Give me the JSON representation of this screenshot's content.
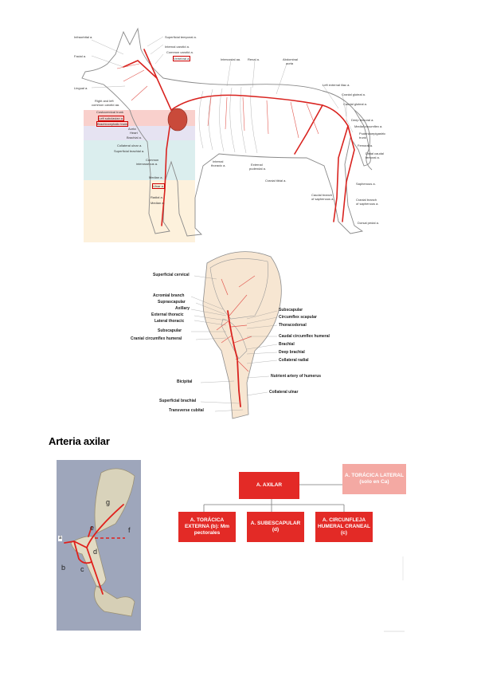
{
  "figure1": {
    "labels_left": [
      "Infraorbital a.",
      "Facial a.",
      "Lingual a.",
      "Right and left",
      "common carotid aa.",
      "Costocervical trunk",
      "Left subclavian a.",
      "Brachiocephalic trunk",
      "Aorta",
      "Heart",
      "Brachial a.",
      "Collateral ulnar a.",
      "Superficial brachial a.",
      "Common",
      "interosseous a.",
      "Median a.",
      "Ulnar a.",
      "Radial a.",
      "Median a."
    ],
    "labels_top": [
      "Superficial temporal a.",
      "Internal carotid a.",
      "Common carotid a.",
      "Vertebral a.",
      "Intercostal aa.",
      "Renal a.",
      "Abdominal",
      "aorta"
    ],
    "labels_right": [
      "Left external iliac a.",
      "Cranial gluteal a.",
      "Caudal gluteal a.",
      "Deep femoral a.",
      "Medial circumflex a.",
      "Pudendoepigastric",
      "trunk",
      "Femoral a.",
      "Distal caudal",
      "femoral a.",
      "Saphenous a.",
      "Cranial branch",
      "of saphenous a.",
      "Dorsal pedal a."
    ],
    "labels_bottom": [
      "Internal",
      "thoracic a.",
      "External",
      "pudendal a.",
      "Cranial tibial a.",
      "Caudal branch",
      "of saphenous a."
    ]
  },
  "figure2": {
    "labels_left": [
      "Superficial cervical",
      "Acromial branch",
      "Suprascapular",
      "Axillary",
      "External thoracic",
      "Lateral thoracic",
      "Subscapular",
      "Cranial circumflex humeral",
      "Bicipital",
      "Superficial brachial",
      "Transverse cubital"
    ],
    "labels_right": [
      "Subscapular",
      "Circumflex scapular",
      "Thoracodorsal",
      "Caudal circumflex humeral",
      "Brachial",
      "Deep brachial",
      "Collateral radial",
      "Nutrient artery of humerus",
      "Collateral ulnar"
    ]
  },
  "section_title": "Arteria axilar",
  "photo_labels": [
    "g",
    "e",
    "f",
    "d",
    "a",
    "b",
    "c"
  ],
  "diagram": {
    "root": "A. AXILAR",
    "lateral": "A. TORÁCICA LATERAL (solo en Ca)",
    "children": [
      "A. TORÁCICA EXTERNA (b): Mm pectorales",
      "A. SUBESCAPULAR (d)",
      "A. CIRCUNFLEJA HUMERAL CRANEAL (c)"
    ]
  },
  "colors": {
    "artery": "#d9231f",
    "box": "#e32a26",
    "box_light": "#f4a9a3"
  }
}
